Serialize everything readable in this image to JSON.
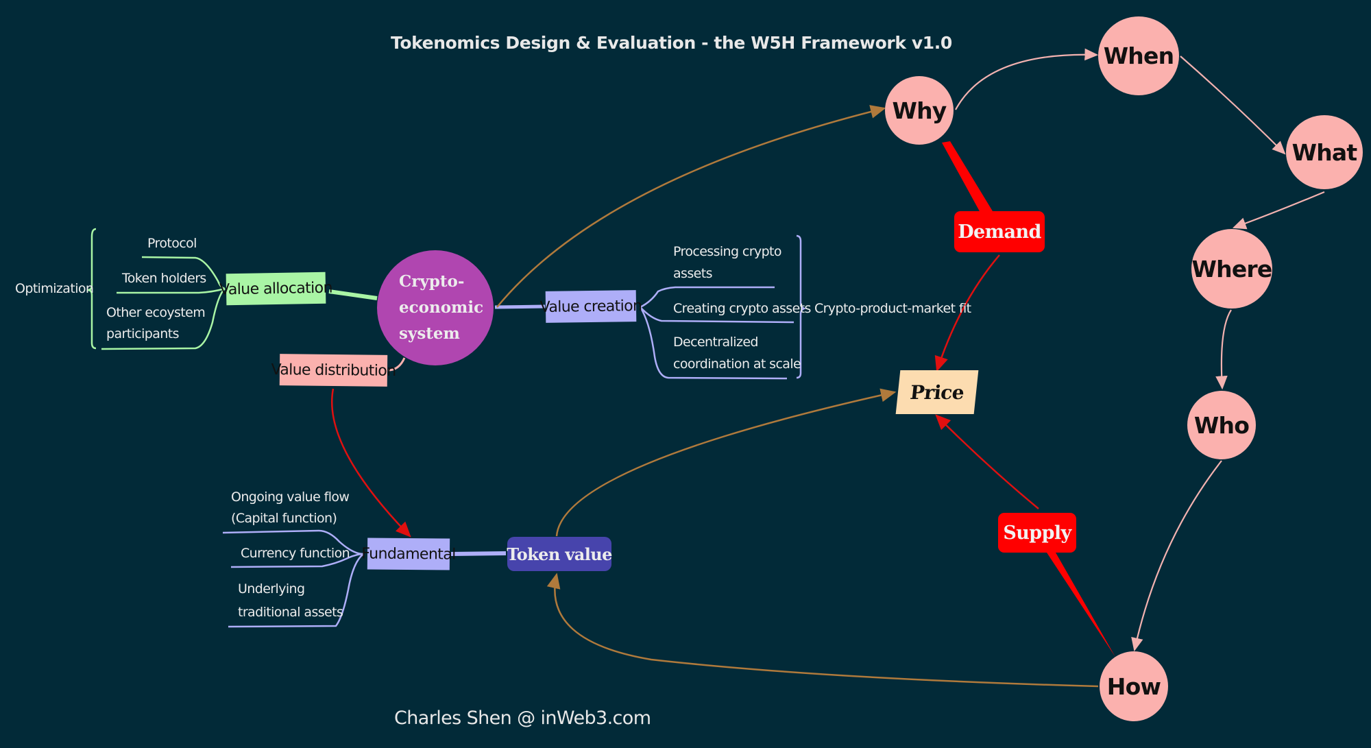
{
  "title": "Tokenomics Design & Evaluation - the W5H Framework v1.0",
  "credit": "Charles Shen @ inWeb3.com",
  "center_node": {
    "lines": [
      "Crypto-",
      "economic",
      "system"
    ],
    "color": "#b046b0"
  },
  "value_allocation": {
    "label": "Value allocation",
    "color": "#a9f5a5",
    "children": [
      "Protocol",
      "Token holders",
      "Other ecoystem participants"
    ],
    "children_lines": [
      [
        "Protocol"
      ],
      [
        "Token holders"
      ],
      [
        "Other ecoystem",
        "participants"
      ]
    ],
    "summary": "Optimization"
  },
  "value_distribution": {
    "label": "Value distribution",
    "color": "#fbb1ae"
  },
  "value_creation": {
    "label": "Value creation",
    "color": "#aeaef8",
    "children_lines": [
      [
        "Processing crypto",
        "assets"
      ],
      [
        "Creating crypto assets"
      ],
      [
        "Decentralized",
        "coordination at scale"
      ]
    ],
    "summary": "Crypto-product-market fit"
  },
  "fundamental": {
    "label": "Fundamental",
    "color": "#aeaef8",
    "children_lines": [
      [
        "Ongoing value flow",
        "(Capital function)"
      ],
      [
        "Currency function"
      ],
      [
        "Underlying",
        "traditional assets"
      ]
    ]
  },
  "token_value": {
    "label": "Token value",
    "color": "#4744ac"
  },
  "price": {
    "label": "Price",
    "color": "#fcdcb0"
  },
  "demand": {
    "label": "Demand",
    "color": "#ff0000"
  },
  "supply": {
    "label": "Supply",
    "color": "#ff0000"
  },
  "w5h": {
    "color": "#fbb1ae",
    "nodes": [
      "Why",
      "When",
      "What",
      "Where",
      "Who",
      "How"
    ]
  },
  "colors": {
    "background": "#022a38",
    "link_brown": "#b07a3c",
    "link_red": "#e01010",
    "link_pink": "#f3b2b0"
  }
}
